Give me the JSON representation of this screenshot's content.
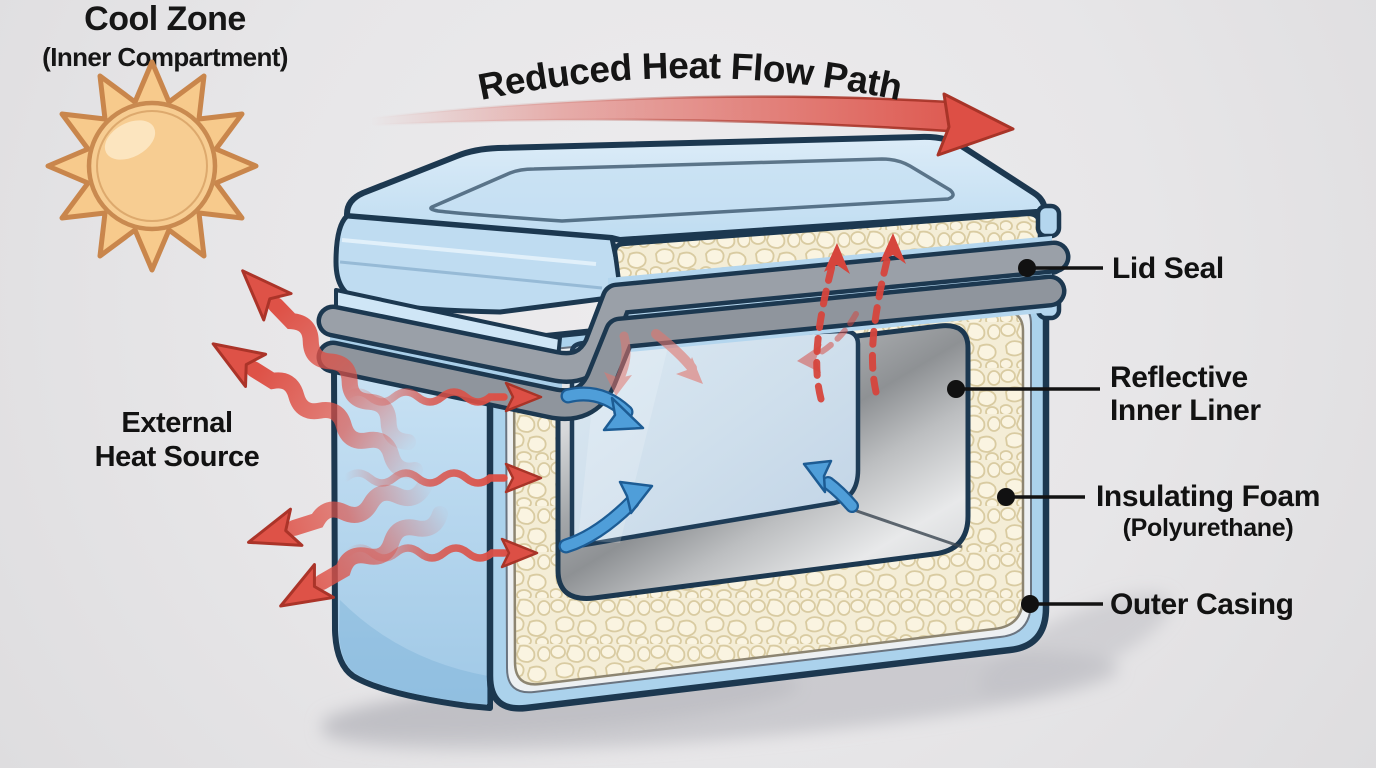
{
  "title": "Reduced Heat Flow Path",
  "external_heat_source": {
    "line1": "External",
    "line2": "Heat Source"
  },
  "cool_zone": {
    "title": "Cool Zone",
    "subtitle": "(Inner Compartment)"
  },
  "callouts": {
    "lid_seal": {
      "label": "Lid Seal"
    },
    "reflective_inner_liner": {
      "line1": "Reflective",
      "line2": "Inner Liner"
    },
    "insulating_foam": {
      "line1": "Insulating Foam",
      "line2": "(Polyurethane)"
    },
    "outer_casing": {
      "label": "Outer Casing"
    }
  },
  "icons": {
    "sun": "sun-icon",
    "heat_flow_arrow": "reduced-heat-flow-arrow",
    "heat_wave_arrows": "reflected-heat-wave-arrow",
    "penetrating_arrows": "penetrating-heat-arrow",
    "leak_arrows": "lid-seal-leak-arrow",
    "cool_air_arrows": "cool-air-arrow"
  },
  "colors": {
    "background": "#e7e6e8",
    "outline_navy": "#1c3850",
    "casing_blue": "#b4d6ee",
    "lid_blue": "#cfe4f4",
    "foam_cream": "#f5eed8",
    "foam_pebble_edge": "#d9cba1",
    "seal_gray": "#9aa0a8",
    "liner_silver": "#b9bbbd",
    "cool_zone_panel": "#cfdfec",
    "heat_red": "#dd4f45",
    "heat_red_dark": "#a83428",
    "cool_blue": "#4f9ed9",
    "cool_blue_dark": "#1d5c94",
    "sun_fill": "#f7ca8c",
    "sun_stroke": "#c9864c",
    "text": "#141414"
  }
}
